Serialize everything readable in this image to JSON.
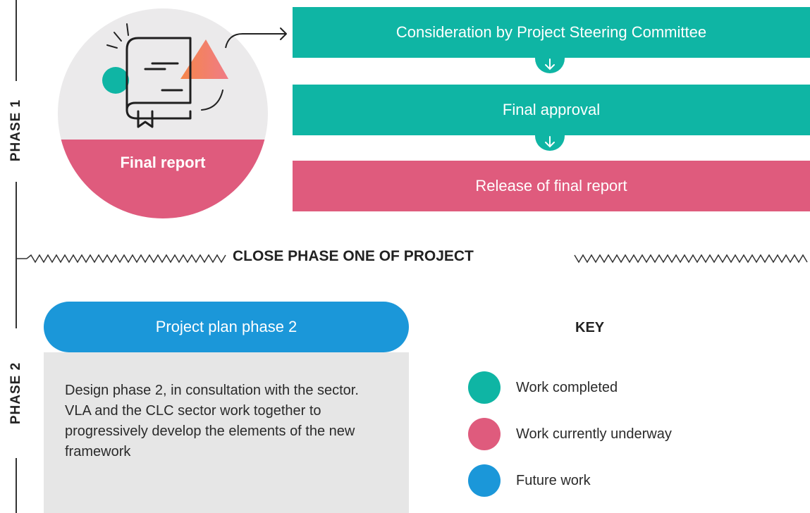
{
  "phases": {
    "phase1_label": "PHASE 1",
    "phase2_label": "PHASE 2"
  },
  "final_report": {
    "label": "Final report",
    "icon": "report-book-icon"
  },
  "flow": {
    "step1": "Consideration by Project Steering Committee",
    "step2": "Final approval",
    "step3": "Release of final report"
  },
  "separator": {
    "text": "CLOSE PHASE ONE OF PROJECT"
  },
  "phase2": {
    "title": "Project plan phase 2",
    "description": "Design phase 2, in consultation with the sector. VLA and the CLC sector work together to progressively develop the elements of the new framework"
  },
  "key": {
    "title": "KEY",
    "items": [
      {
        "label": "Work completed",
        "color": "#0fb5a4"
      },
      {
        "label": "Work currently underway",
        "color": "#df5b7d"
      },
      {
        "label": "Future work",
        "color": "#1b97d9"
      }
    ]
  },
  "colors": {
    "teal": "#0fb5a4",
    "pink": "#df5b7d",
    "blue": "#1b97d9",
    "gray": "#e6e6e6"
  }
}
